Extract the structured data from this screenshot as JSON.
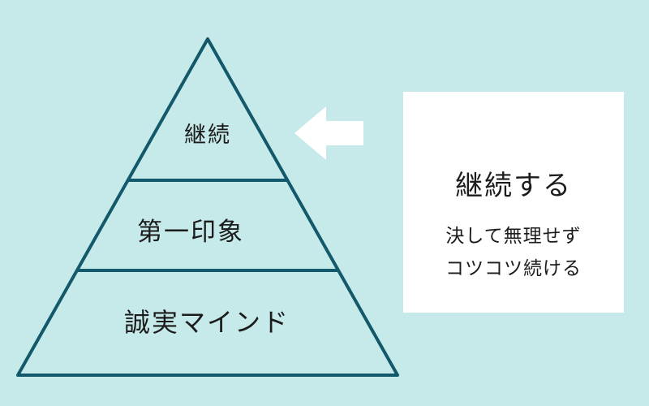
{
  "colors": {
    "background": "#c6e9e9",
    "pyramid_stroke": "#14586b",
    "text": "#1c1c1c",
    "arrow": "#ffffff",
    "card_background": "#ffffff"
  },
  "pyramid": {
    "levels": [
      {
        "label": "継続"
      },
      {
        "label": "第一印象"
      },
      {
        "label": "誠実マインド"
      }
    ]
  },
  "arrow": {
    "icon": "left-arrow"
  },
  "card": {
    "title": "継続する",
    "lines": [
      "決して無理せず",
      "コツコツ続ける"
    ]
  }
}
